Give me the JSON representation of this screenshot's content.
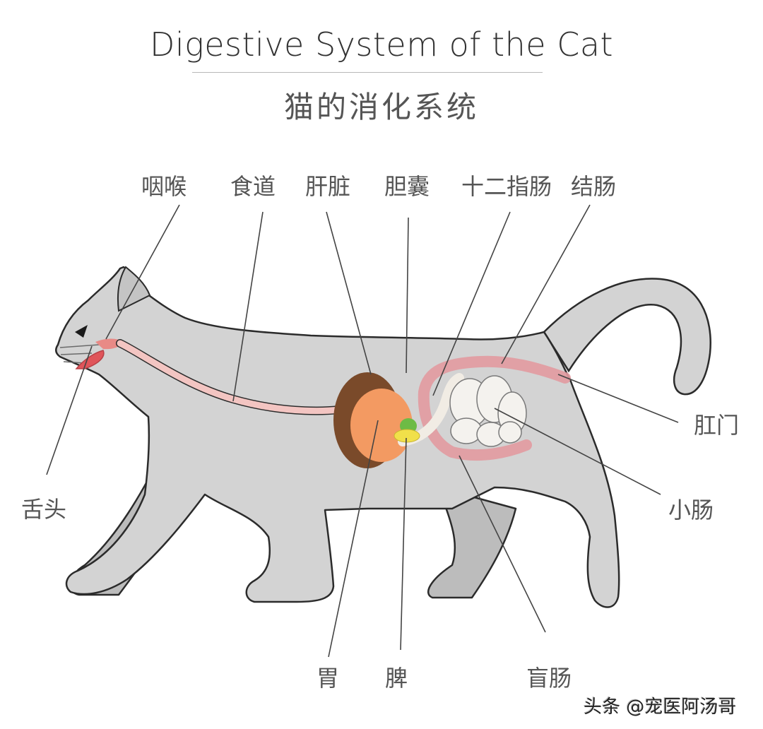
{
  "title": {
    "english": "Digestive System of the Cat",
    "chinese": "猫的消化系统"
  },
  "labels": {
    "pharynx": "咽喉",
    "esophagus": "食道",
    "liver": "肝脏",
    "gallbladder": "胆囊",
    "duodenum": "十二指肠",
    "colon": "结肠",
    "tongue": "舌头",
    "anus": "肛门",
    "small_intestine": "小肠",
    "stomach": "胃",
    "pancreas": "脾",
    "cecum": "盲肠"
  },
  "watermark": "头条 @宠医阿汤哥",
  "colors": {
    "body": "#d3d3d3",
    "body_shade": "#bdbdbd",
    "outline": "#2b2b2b",
    "esophagus": "#f3c5c2",
    "mouth_red": "#e0555a",
    "liver": "#7a4a2a",
    "stomach": "#f39a62",
    "gallbladder": "#6dbb45",
    "pancreas": "#f1e04a",
    "intestine": "#f4f2ee",
    "colon": "#f0a9ad",
    "leader_line": "#444444"
  }
}
